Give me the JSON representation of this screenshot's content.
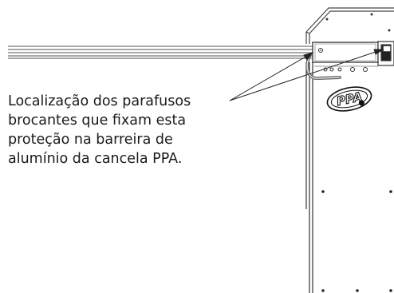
{
  "caption": {
    "lines": [
      "Localização dos parafusos",
      "brocantes que fixam esta",
      "proteção na barreira de",
      "alumínio da cancela PPA."
    ]
  },
  "logo": {
    "text": "PPA"
  }
}
